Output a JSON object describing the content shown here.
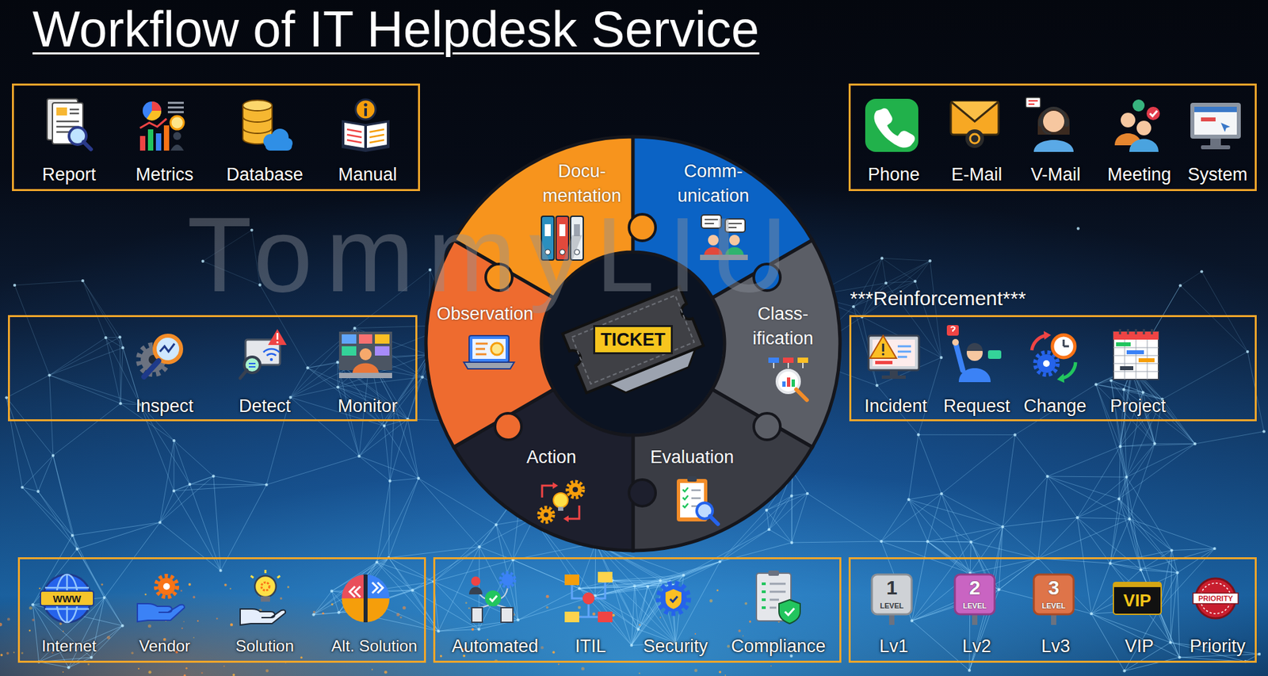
{
  "diagram": {
    "title": "Workflow of IT Helpdesk Service",
    "nodes": [
      {
        "text": [
          "Report",
          "Metrics",
          "Database",
          "Manual"
        ]
      },
      {
        "text": [
          "Phone",
          "E-Mail",
          "V-Mail",
          "Meeting",
          "System"
        ]
      },
      {
        "text": [
          "Docu- mentation"
        ]
      },
      {
        "text": [
          "Comm- unication"
        ]
      },
      {
        "text": [
          "Observation"
        ]
      },
      {
        "text": [
          "TICKET"
        ]
      },
      {
        "text": [
          "Class- ification"
        ]
      },
      {
        "text": [
          "Inspect",
          "Detect",
          "Monitor"
        ]
      },
      {
        "text": [
          "***Reinforcement***",
          "Incident",
          "Request",
          "Change",
          "Project"
        ]
      },
      {
        "text": [
          "Action"
        ]
      },
      {
        "text": [
          "Evaluation"
        ]
      },
      {
        "text": [
          "Internet",
          "Vendor",
          "Solution",
          "Alt. Solution"
        ]
      },
      {
        "text": [
          "Automated",
          "ITIL",
          "Security",
          "Compliance"
        ]
      },
      {
        "text": [
          "Lv1",
          "Lv2",
          "Lv3",
          "VIP",
          "Priority"
        ]
      }
    ],
    "labels": [
      "TommyLIU",
      "WWW",
      "1",
      "LEVEL",
      "2",
      "LEVEL",
      "3",
      "LEVEL",
      "VIP",
      "PRIORITY"
    ]
  }
}
